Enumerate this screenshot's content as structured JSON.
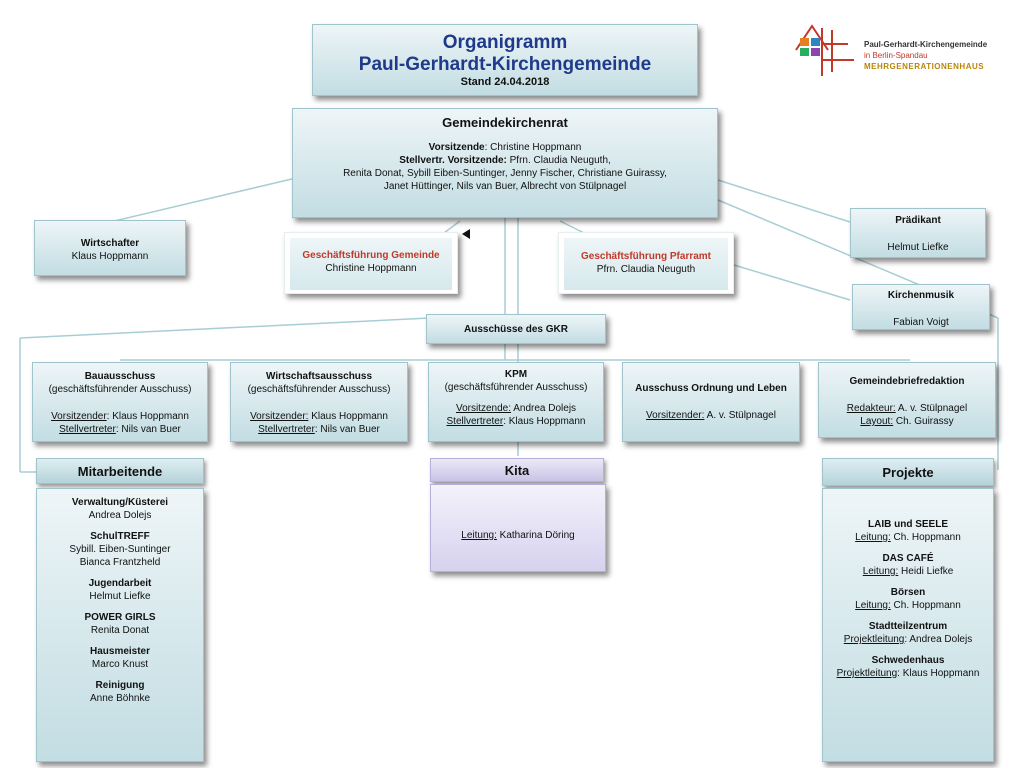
{
  "title": {
    "line1": "Organigramm",
    "line2": "Paul-Gerhardt-Kirchengemeinde",
    "date": "Stand 24.04.2018"
  },
  "logo": {
    "line1": "Paul-Gerhardt-Kirchengemeinde",
    "line2": "in Berlin-Spandau",
    "line3": "MEHRGENERATIONENHAUS",
    "colors": [
      "#c0392b",
      "#e67e22",
      "#2e86c1",
      "#27ae60",
      "#8e44ad"
    ]
  },
  "gkr": {
    "title": "Gemeindekirchenrat",
    "vors_label": "Vorsitzende",
    "vors_name": ": Christine Hoppmann",
    "stell_label": "Stellvertr. Vorsitzende:",
    "stell_name": " Pfrn. Claudia Neuguth,",
    "members1": "Renita Donat, Sybill Eiben-Suntinger, Jenny Fischer, Christiane Guirassy,",
    "members2": "Janet Hüttinger, Nils van Buer, Albrecht von Stülpnagel"
  },
  "wirtschafter": {
    "title": "Wirtschafter",
    "name": "Klaus Hoppmann"
  },
  "gf_gemeinde": {
    "title": "Geschäftsführung Gemeinde",
    "name": "Christine Hoppmann"
  },
  "gf_pfarramt": {
    "title": "Geschäftsführung Pfarramt",
    "name": "Pfrn. Claudia Neuguth"
  },
  "praedikant": {
    "title": "Prädikant",
    "name": "Helmut Liefke"
  },
  "kirchenmusik": {
    "title": "Kirchenmusik",
    "name": "Fabian Voigt"
  },
  "ausschuesse": {
    "title": "Ausschüsse des GKR"
  },
  "committees": [
    {
      "title": "Bauausschuss",
      "sub": "(geschäftsführender Ausschuss)",
      "r1_label": "Vorsitzender",
      "r1_name": ": Klaus Hoppmann",
      "r2_label": "Stellvertreter",
      "r2_name": ": Nils van Buer"
    },
    {
      "title": "Wirtschaftsausschuss",
      "sub": "(geschäftsführender Ausschuss)",
      "r1_label": "Vorsitzender:",
      "r1_name": "  Klaus Hoppmann",
      "r2_label": "Stellvertreter",
      "r2_name": ": Nils van Buer"
    },
    {
      "title": "KPM",
      "sub": "(geschäftsführender Ausschuss)",
      "r1_label": "Vorsitzende:",
      "r1_name": "  Andrea Dolejs",
      "r2_label": "Stellvertreter",
      "r2_name": ": Klaus Hoppmann"
    },
    {
      "title": "Ausschuss Ordnung und Leben",
      "sub": "",
      "r1_label": "Vorsitzender:",
      "r1_name": " A. v. Stülpnagel",
      "r2_label": "",
      "r2_name": ""
    },
    {
      "title": "Gemeindebriefredaktion",
      "sub": "",
      "r1_label": "Redakteur:",
      "r1_name": " A. v. Stülpnagel",
      "r2_label": "Layout:",
      "r2_name": " Ch. Guirassy"
    }
  ],
  "mitarbeitende": {
    "title": "Mitarbeitende",
    "groups": [
      {
        "title": "Verwaltung/Küsterei",
        "names": [
          "Andrea Dolejs"
        ]
      },
      {
        "title": "SchulTREFF",
        "names": [
          "Sybill. Eiben-Suntinger",
          "Bianca Frantzheld"
        ]
      },
      {
        "title": "Jugendarbeit",
        "names": [
          "Helmut  Liefke"
        ]
      },
      {
        "title": "POWER GIRLS",
        "names": [
          "Renita Donat"
        ]
      },
      {
        "title": "Hausmeister",
        "names": [
          "Marco Knust"
        ]
      },
      {
        "title": "Reinigung",
        "names": [
          "Anne Böhnke"
        ]
      }
    ]
  },
  "kita": {
    "title": "Kita",
    "label": "Leitung:",
    "name": " Katharina Döring"
  },
  "projekte": {
    "title": "Projekte",
    "items": [
      {
        "title": "LAIB und SEELE",
        "label": "Leitung:",
        "name": " Ch. Hoppmann"
      },
      {
        "title": "DAS CAFÉ",
        "label": "Leitung:",
        "name": " Heidi Liefke"
      },
      {
        "title": "Börsen",
        "label": "Leitung:",
        "name": " Ch. Hoppmann"
      },
      {
        "title": "Stadtteilzentrum",
        "label": "Projektleitung",
        "name": ": Andrea Dolejs"
      },
      {
        "title": "Schwedenhaus",
        "label": "Projektleitung",
        "name": ": Klaus Hoppmann"
      }
    ]
  },
  "colors": {
    "box_light": "#eef5f7",
    "box_dark": "#c2dde3",
    "line": "#a8cdd5",
    "red": "#c0392b"
  }
}
